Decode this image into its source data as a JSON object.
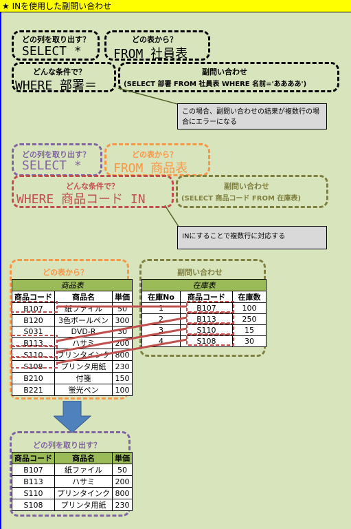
{
  "title": "★ INを使用した副問い合わせ",
  "section1": {
    "q_col": "どの列を取り出す？",
    "q_table": "どの表から？",
    "q_cond": "どんな条件で？",
    "q_sub": "副問い合わせ",
    "select": "SELECT  *",
    "from": "FROM 社員表",
    "where": "WHERE 部署＝",
    "subquery": "(SELECT 部署 FROM 社員表 WHERE 名前='ああああ')",
    "note": "この場合、副問い合わせの結果が複数行の場合にエラーになる"
  },
  "section2": {
    "q_col": "どの列を取り出す？",
    "q_table": "どの表から？",
    "q_cond": "どんな条件で？",
    "q_sub": "副問い合わせ",
    "select": "SELECT  *",
    "from": "FROM 商品表",
    "where": "WHERE 商品コード IN",
    "subquery": "(SELECT 商品コード FROM 在庫表)",
    "note": "INにすることで複数行に対応する"
  },
  "section3": {
    "q_table": "どの表から？",
    "q_sub": "副問い合わせ",
    "q_col": "どの列を取り出す？",
    "product_table": {
      "caption": "商品表",
      "headers": [
        "商品コード",
        "商品名",
        "単価"
      ],
      "rows": [
        [
          "B107",
          "紙ファイル",
          "50"
        ],
        [
          "B120",
          "3色ボールペン",
          "300"
        ],
        [
          "S031",
          "DVD-R",
          "30"
        ],
        [
          "B113",
          "ハサミ",
          "200"
        ],
        [
          "S110",
          "プリンタインク",
          "800"
        ],
        [
          "S108",
          "プリンタ用紙",
          "230"
        ],
        [
          "B210",
          "付箋",
          "150"
        ],
        [
          "B221",
          "蛍光ペン",
          "100"
        ]
      ]
    },
    "stock_table": {
      "caption": "在庫表",
      "headers": [
        "在庫No",
        "商品コード",
        "在庫数"
      ],
      "rows": [
        [
          "1",
          "B107",
          "100"
        ],
        [
          "2",
          "B113",
          "250"
        ],
        [
          "3",
          "S110",
          "15"
        ],
        [
          "4",
          "S108",
          "30"
        ]
      ]
    },
    "result_table": {
      "headers": [
        "商品コード",
        "商品名",
        "単価"
      ],
      "rows": [
        [
          "B107",
          "紙ファイル",
          "50"
        ],
        [
          "B113",
          "ハサミ",
          "200"
        ],
        [
          "S110",
          "プリンタインク",
          "800"
        ],
        [
          "S108",
          "プリンタ用紙",
          "230"
        ]
      ]
    }
  },
  "colors": {
    "black": "#000000",
    "purple": "#8064a2",
    "orange": "#f79646",
    "red": "#c0504d",
    "olive": "#7f7f3f",
    "green_header": "#9bbb59",
    "arrow": "#4f81bd"
  }
}
